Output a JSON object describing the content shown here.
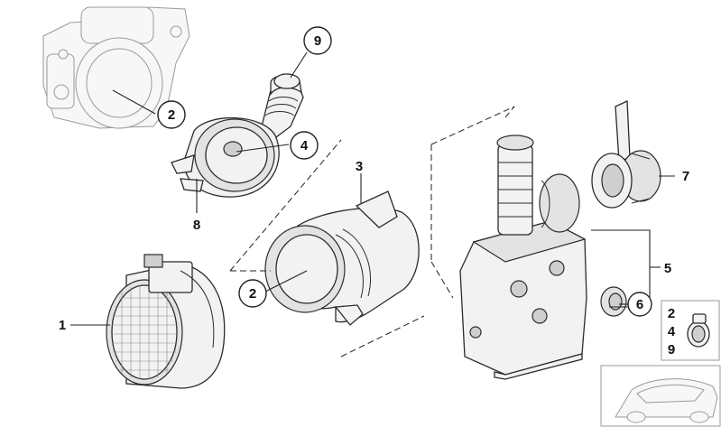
{
  "callouts": {
    "c1": "1",
    "c2a": "2",
    "c2b": "2",
    "c3": "3",
    "c4": "4",
    "c5": "5",
    "c6": "6",
    "c7": "7",
    "c8": "8",
    "c9": "9"
  },
  "kit_box": {
    "item1": "2",
    "item2": "4",
    "item3": "9"
  }
}
